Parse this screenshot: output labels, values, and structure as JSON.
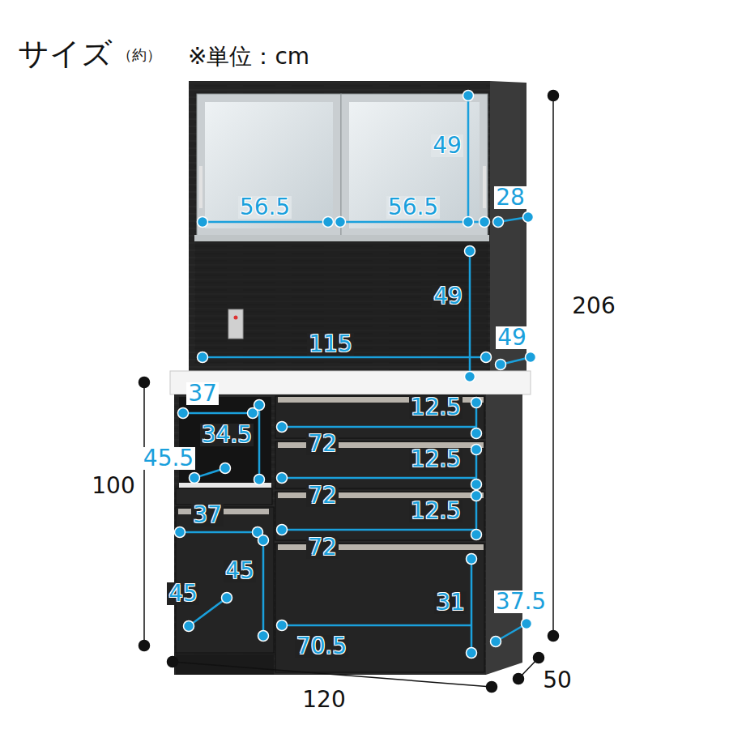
{
  "diagram": {
    "title": "サイズ",
    "labels": [
      "（約）",
      "※単位：cm",
      "49",
      "56.5",
      "56.5",
      "28",
      "206",
      "49",
      "115",
      "49",
      "37",
      "12.5",
      "34.5",
      "72",
      "45.5",
      "12.5",
      "100",
      "72",
      "12.5",
      "37",
      "72",
      "45",
      "45",
      "31",
      "37.5",
      "70.5",
      "120",
      "50"
    ]
  }
}
